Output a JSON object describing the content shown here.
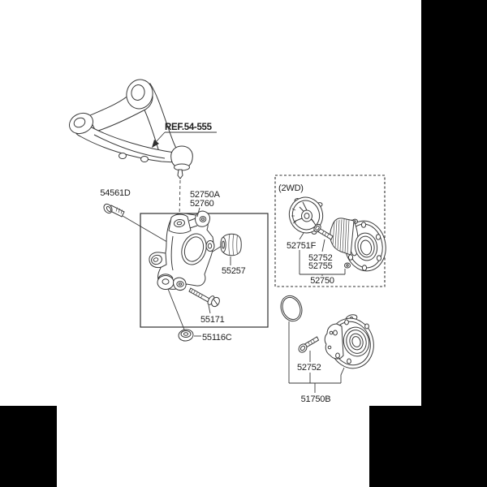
{
  "colors": {
    "ink": "#3a3a3a",
    "text": "#1c1c1c",
    "page_background": "#ffffff",
    "surround": "#000000"
  },
  "diagram": {
    "ref_label": "REF.54-555",
    "group_2wd_label": "(2WD)",
    "parts": {
      "upper_arm_bolt": "54561D",
      "knuckle": "52750A",
      "knuckle_alt": "52760",
      "bushing": "55257",
      "knuckle_bolt": "55171",
      "nut": "55116C",
      "dust_cover": "52751F",
      "hub_bolt_2wd": "52752",
      "hub_bolt_2wd_alt": "52755",
      "hub_2wd": "52750",
      "hub_bolt": "52752",
      "hub_unit": "51750B"
    }
  }
}
